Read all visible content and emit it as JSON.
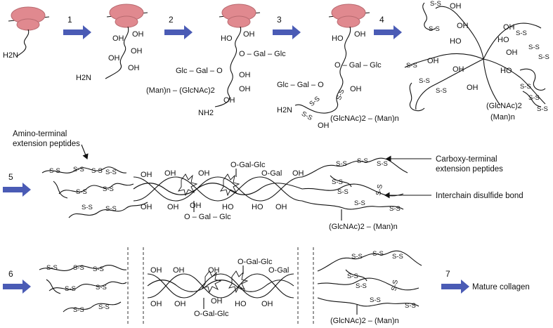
{
  "colors": {
    "arrow": "#4a5bb5",
    "ribosome": "#e0898f",
    "ribosome_edge": "#b86a70",
    "line": "#111111"
  },
  "steps": [
    "1",
    "2",
    "3",
    "4",
    "5",
    "6",
    "7"
  ],
  "labels": {
    "h2n": "H2N",
    "nh2": "NH2",
    "oh": "OH",
    "ho": "HO",
    "ss": "S-S",
    "o_gal_glc": "O – Gal – Glc",
    "glc_gal_o": "Glc – Gal – O",
    "o_gal": "O – Gal",
    "o_gal_glc_compact": "O-Gal-Glc",
    "o_gal_compact": "O-Gal",
    "man_glcnac": "(Man)n – (GlcNAc)2",
    "glcnac_man": "(GlcNAc)2 – (Man)n",
    "glcnac2": "(GlcNAc)2",
    "man_n": "(Man)n",
    "amino_terminal": "Amino-terminal",
    "extension_peptides": "extension peptides",
    "carboxy_terminal": "Carboxy-terminal",
    "interchain": "Interchain disulfide bond",
    "mature": "Mature collagen"
  }
}
